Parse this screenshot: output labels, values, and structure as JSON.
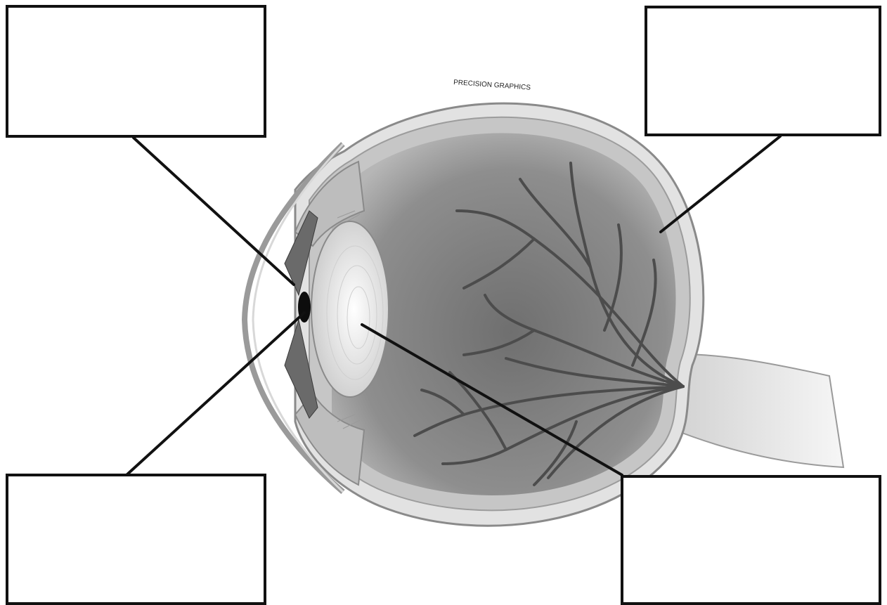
{
  "diagram": {
    "credit": "PRECISION GRAPHICS",
    "label_boxes": [
      {
        "id": "box-top-left",
        "text": ""
      },
      {
        "id": "box-top-right",
        "text": ""
      },
      {
        "id": "box-bottom-left",
        "text": ""
      },
      {
        "id": "box-bottom-right",
        "text": ""
      }
    ]
  },
  "colors": {
    "line": "#111111",
    "outer_shell": "#e2e2e2",
    "vitreous_inner": "#6f6f6f",
    "vitreous_outer": "#b6b6b6",
    "lens": "#f4f4f4",
    "vessels": "#4c4c4c"
  }
}
